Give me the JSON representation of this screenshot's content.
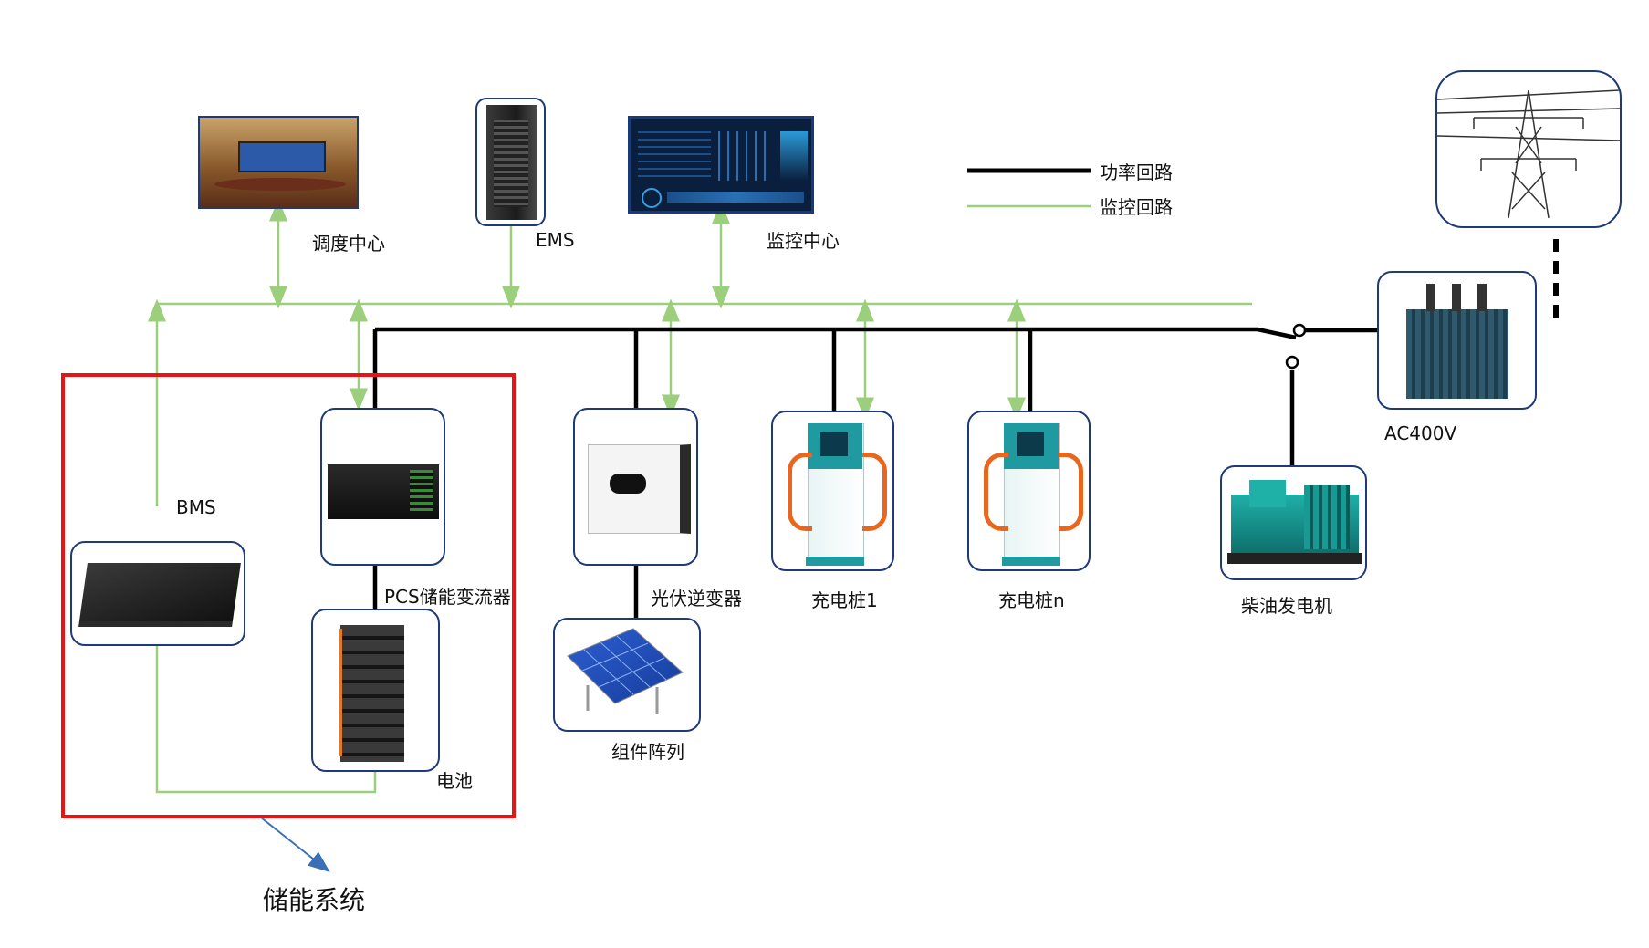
{
  "legend": {
    "power_loop": "功率回路",
    "monitor_loop": "监控回路"
  },
  "labels": {
    "dispatch_center": "调度中心",
    "ems": "EMS",
    "monitor_center": "监控中心",
    "bms": "BMS",
    "pcs": "PCS储能变流器",
    "battery": "电池",
    "pv_inverter": "光伏逆变器",
    "module_array": "组件阵列",
    "charger_1": "充电桩1",
    "charger_n": "充电桩n",
    "diesel_generator": "柴油发电机",
    "transformer": "AC400V",
    "storage_system": "储能系统"
  },
  "colors": {
    "power_line": "#000000",
    "monitor_line": "#9ccf7c",
    "storage_box": "#e81313",
    "card_border": "#1f3a78",
    "pointer_arrow": "#3b6fb6"
  },
  "icons": {
    "dispatch_center": "control-room-picture",
    "ems": "server-rack-picture",
    "monitor_center": "dashboard-screen-picture",
    "bms": "bms-rack-unit-picture",
    "pcs": "pcs-converter-picture",
    "battery": "battery-cabinet-picture",
    "pv_inverter": "pv-inverter-picture",
    "module_array": "solar-panel-picture",
    "charger": "ev-charger-picture",
    "diesel_generator": "diesel-generator-picture",
    "transformer": "transformer-picture",
    "grid_tower": "transmission-tower-picture"
  }
}
